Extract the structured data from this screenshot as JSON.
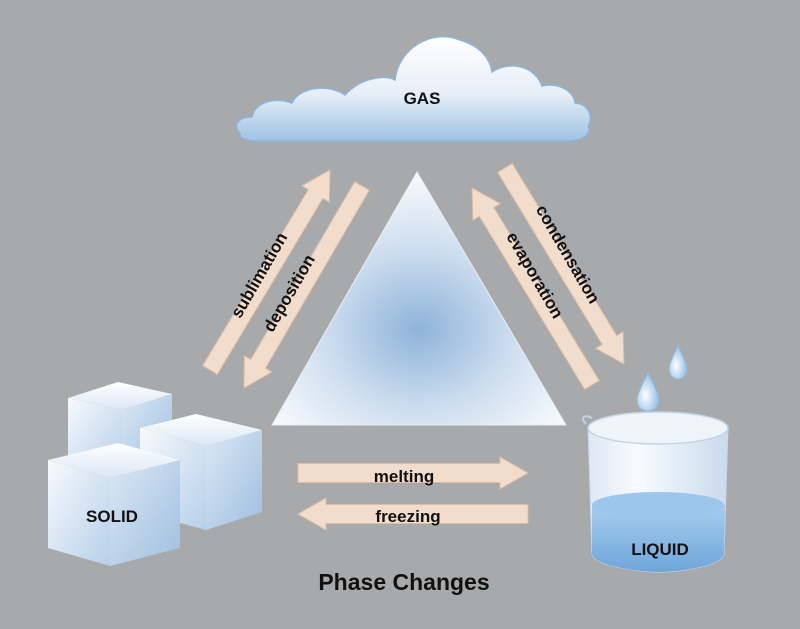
{
  "diagram": {
    "title": "Phase Changes",
    "states": {
      "gas": "GAS",
      "solid": "SOLID",
      "liquid": "LIQUID"
    },
    "processes": {
      "sublimation": "sublimation",
      "deposition": "deposition",
      "condensation": "condensation",
      "evaporation": "evaporation",
      "melting": "melting",
      "freezing": "freezing"
    },
    "colors": {
      "background": "#a7a9ab",
      "arrow_fill": "#f2dccb",
      "arrow_stroke": "#d9bfa8",
      "ice_light": "#f4f8fc",
      "ice_dark": "#aecbe6",
      "water": "#7fb5e3"
    }
  }
}
